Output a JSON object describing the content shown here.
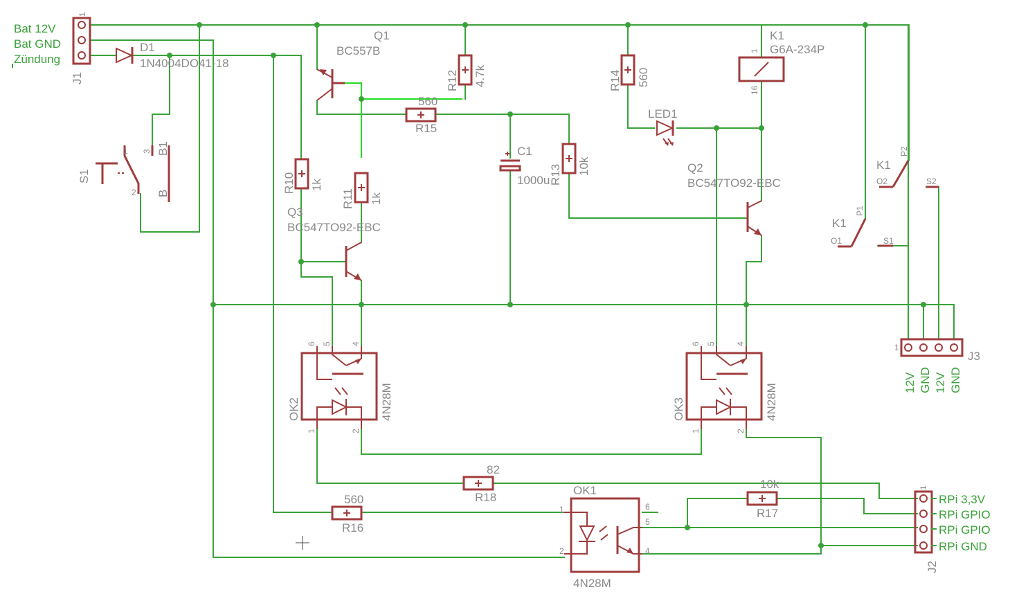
{
  "j1": {
    "name": "J1",
    "pin1": "1",
    "labels": [
      "Bat 12V",
      "Bat GND",
      "Zündung"
    ]
  },
  "d1": {
    "name": "D1",
    "value": "1N4004DO41-18"
  },
  "s1": {
    "name": "S1",
    "pin1": "1",
    "pin2": "2",
    "pin3": "3",
    "b1": "B1",
    "b": "B"
  },
  "q1": {
    "name": "Q1",
    "value": "BC557B"
  },
  "q2": {
    "name": "Q2",
    "value": "BC547TO92-EBC"
  },
  "q3": {
    "name": "Q3",
    "value": "BC547TO92-EBC"
  },
  "r10": {
    "name": "R10",
    "value": "1k"
  },
  "r11": {
    "name": "R11",
    "value": "1k"
  },
  "r12": {
    "name": "R12",
    "value": "4.7k"
  },
  "r13": {
    "name": "R13",
    "value": "10k"
  },
  "r14": {
    "name": "R14",
    "value": "560"
  },
  "r15": {
    "name": "R15",
    "value": "560"
  },
  "r16": {
    "name": "R16",
    "value": "560"
  },
  "r17": {
    "name": "R17",
    "value": "10k"
  },
  "r18": {
    "name": "R18",
    "value": "82"
  },
  "c1": {
    "name": "C1",
    "value": "1000u"
  },
  "led1": {
    "name": "LED1"
  },
  "k1": {
    "name": "K1",
    "value": "G6A-234P",
    "pin1": "1",
    "pin16": "16"
  },
  "k1a": {
    "name": "K1",
    "o1": "O1",
    "p1": "P1",
    "s1": "S1"
  },
  "k1b": {
    "name": "K1",
    "o2": "O2",
    "p2": "P2",
    "s2": "S2"
  },
  "ok1": {
    "name": "OK1",
    "value": "4N28M",
    "pins": [
      "1",
      "2",
      "4",
      "5",
      "6"
    ]
  },
  "ok2": {
    "name": "OK2",
    "value": "4N28M",
    "pins": [
      "1",
      "2",
      "4",
      "5",
      "6"
    ]
  },
  "ok3": {
    "name": "OK3",
    "value": "4N28M",
    "pins": [
      "1",
      "2",
      "4",
      "5",
      "6"
    ]
  },
  "j2": {
    "name": "J2",
    "pin1": "1",
    "labels": [
      "RPi 3,3V",
      "RPi GPIO",
      "RPi GPIO",
      "RPi GND"
    ]
  },
  "j3": {
    "name": "J3",
    "pin1": "1",
    "labels": [
      "12V",
      "GND",
      "12V",
      "GND"
    ]
  },
  "colors": {
    "wire": "#3aa23a",
    "component": "#a03c3c",
    "label": "#8a8a8a",
    "highlight": "#22dd22"
  }
}
